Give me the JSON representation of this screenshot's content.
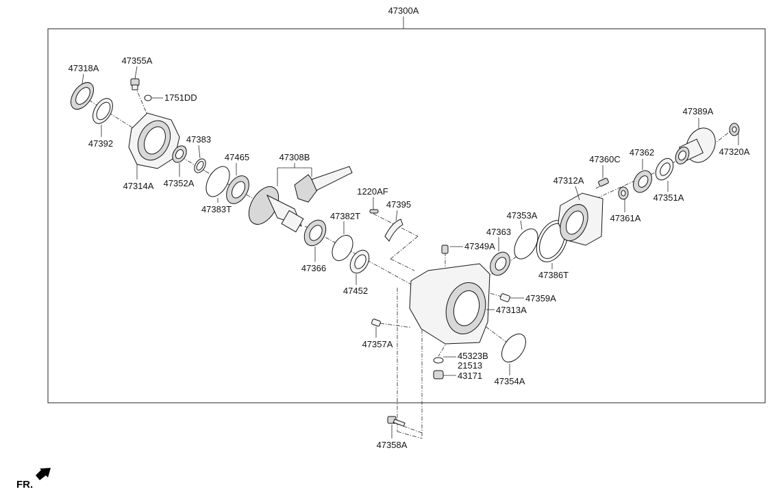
{
  "assembly_label": "47300A",
  "direction_label": "FR.",
  "part_labels": {
    "p47318A": "47318A",
    "p47355A": "47355A",
    "p1751DD": "1751DD",
    "p47392": "47392",
    "p47314A": "47314A",
    "p47352A": "47352A",
    "p47383": "47383",
    "p47383T": "47383T",
    "p47465": "47465",
    "p47308B": "47308B",
    "p1220AF": "1220AF",
    "p47395": "47395",
    "p47382T": "47382T",
    "p47366": "47366",
    "p47452": "47452",
    "p47357A": "47357A",
    "p47358A": "47358A",
    "p47349A": "47349A",
    "p47363": "47363",
    "p47353A": "47353A",
    "p47386T": "47386T",
    "p47359A": "47359A",
    "p47313A": "47313A",
    "p45323B": "45323B",
    "p21513": "21513",
    "p43171": "43171",
    "p47354A": "47354A",
    "p47312A": "47312A",
    "p47360C": "47360C",
    "p47362": "47362",
    "p47361A": "47361A",
    "p47351A": "47351A",
    "p47389A": "47389A",
    "p47320A": "47320A"
  }
}
